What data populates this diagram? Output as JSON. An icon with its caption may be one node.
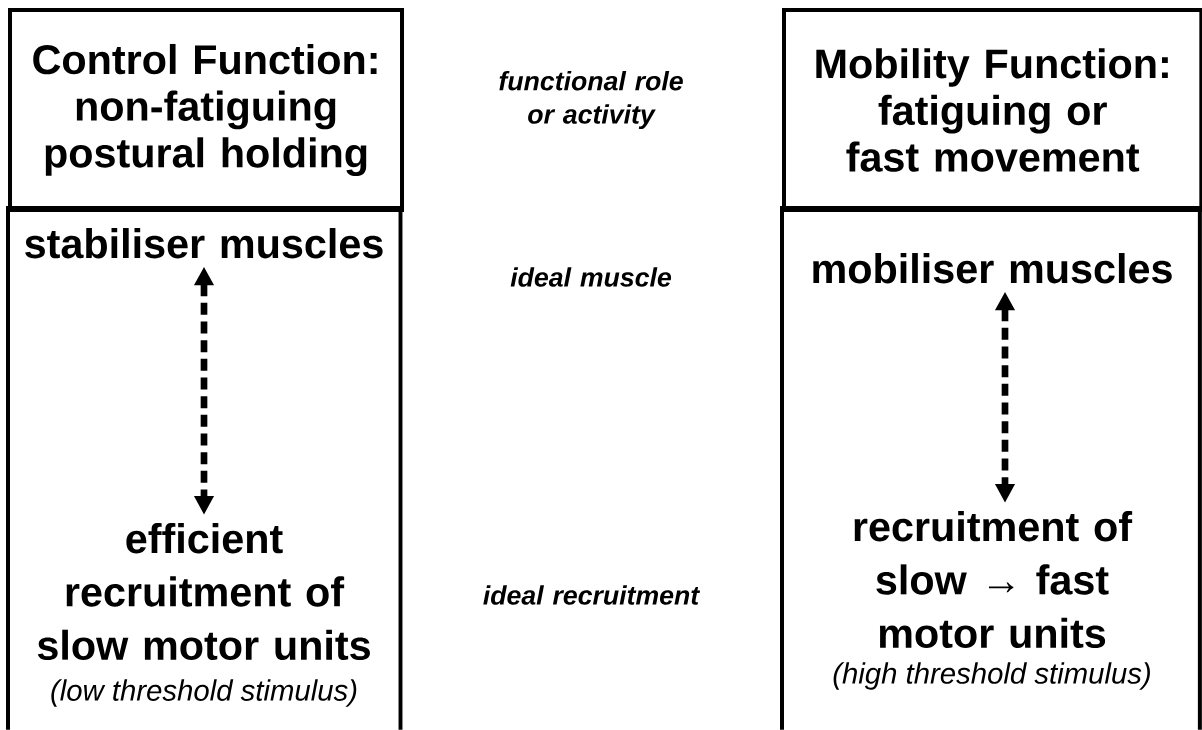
{
  "diagram": {
    "nodes": [
      {
        "text": [
          "Control Function: non-fatiguing postural holding"
        ]
      },
      {
        "text": [],
        "shape": "box"
      },
      {
        "text": [
          "stabiliser muscles"
        ],
        "in": 1
      },
      {
        "text": [
          "efficient recruitment of slow motor units"
        ],
        "beside": [
          "(low threshold stimulus)"
        ],
        "in": 1
      },
      {
        "text": [
          "Mobility Function: fatiguing or fast movement"
        ]
      },
      {
        "text": [],
        "shape": "box"
      },
      {
        "text": [
          "mobiliser muscles"
        ],
        "in": 5
      },
      {
        "text": [
          "recruitment of slow → fast motor units"
        ],
        "beside": [
          "(high threshold stimulus)"
        ],
        "in": 5
      }
    ],
    "edges": [
      {
        "from": 2,
        "to": 3,
        "arrow": "both",
        "style": "dashed"
      },
      {
        "from": 6,
        "to": 7,
        "arrow": "both",
        "style": "dashed"
      }
    ],
    "labels": [
      "functional role or activity",
      "ideal muscle",
      "ideal recruitment"
    ]
  }
}
